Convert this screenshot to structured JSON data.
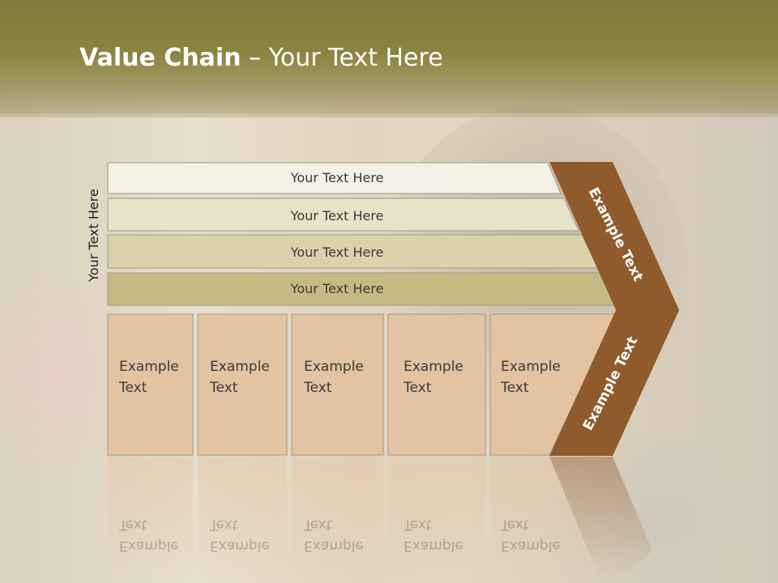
{
  "slide": {
    "title_bold": "Value Chain",
    "title_rest": " – Your Text Here",
    "side_label": "Your Text Here"
  },
  "bands": [
    {
      "label": "Your Text Here",
      "fill": "#f3f1e6"
    },
    {
      "label": "Your Text Here",
      "fill": "#e8e2c8"
    },
    {
      "label": "Your Text Here",
      "fill": "#dbd2ac"
    },
    {
      "label": "Your Text Here",
      "fill": "#c6ba84"
    }
  ],
  "columns": [
    {
      "line1": "Example",
      "line2": "Text"
    },
    {
      "line1": "Example",
      "line2": "Text"
    },
    {
      "line1": "Example",
      "line2": "Text"
    },
    {
      "line1": "Example",
      "line2": "Text"
    },
    {
      "line1": "Example",
      "line2": "Text"
    }
  ],
  "chevron": {
    "upper_label": "Example Text",
    "lower_label": "Example Text",
    "fill": "#8f5b2c"
  },
  "colors": {
    "header": "#8b8440",
    "column_fill": "#e3c3a1"
  }
}
